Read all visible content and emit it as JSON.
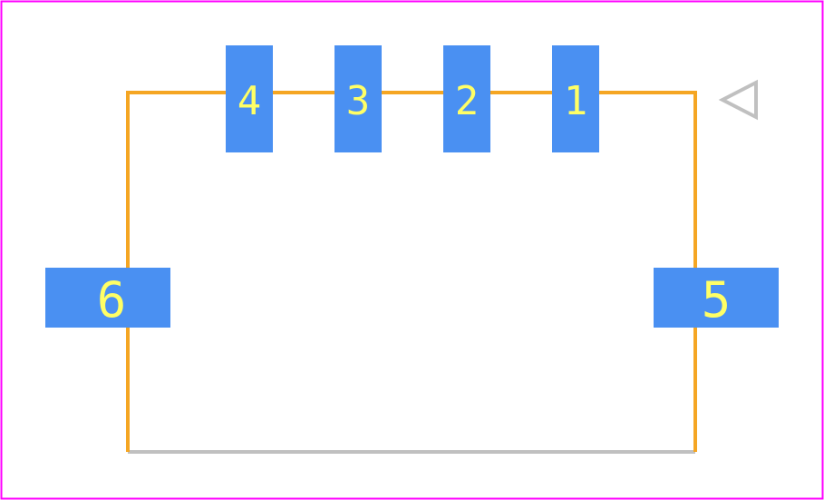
{
  "colors": {
    "background": "#ffffff",
    "courtyard_border": "#ff00ff",
    "silkscreen": "#f5a623",
    "fab_outline": "#c0c0c0",
    "pad": "#4a90f2",
    "pad_label": "#ffff66"
  },
  "pins": {
    "p1": "1",
    "p2": "2",
    "p3": "3",
    "p4": "4",
    "p5": "5",
    "p6": "6"
  },
  "pin1_marker": "triangle-pointer-icon"
}
